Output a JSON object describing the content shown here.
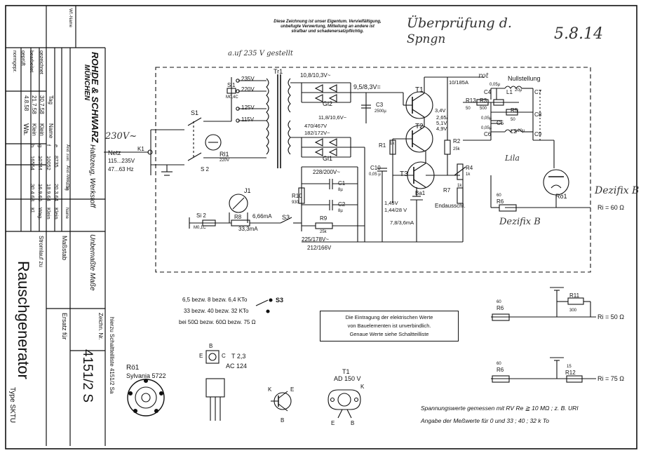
{
  "notice": [
    "Diese Zeichnung ist unser Eigentum. Vervielfältigung,",
    "unbefugte Verwertung, Mitteilung an andere ist",
    "strafbar und schadenersatzpflichtig."
  ],
  "handwriting": {
    "check": "Überprüfung d.",
    "voltages": "Spngn",
    "date": "5.8.14",
    "on_235v": "a.uf 235 V gestellt",
    "rot": "rot",
    "lila": "Lila",
    "dezifix": "Dezifix B",
    "dezifix_r6": "Dezifix B",
    "mains": "230V~"
  },
  "title_block": {
    "company": "ROHDE & SCHWARZ",
    "city": "MÜNCHEN",
    "head_tag": "Tag",
    "head_name": "Name",
    "drawn_label": "gezeichnet",
    "drawn_date": "30.7.58",
    "drawn_name": "Klein",
    "checked_label": "bearbeitet",
    "checked_date": "21.7.58",
    "checked_name": "Klein",
    "tested_label": "geprüft",
    "tested_date": "4.8.58",
    "tested_name": "Wa.",
    "norm_label": "normgepr.",
    "wf_name": "Wf.-Name",
    "cols": [
      "Änd. zust.",
      "Änd.-Mittlg. Nr.",
      "Tag",
      "Name"
    ],
    "changes": [
      [
        "e",
        "8735",
        "20.3.64",
        "Klein"
      ],
      [
        "f",
        "10052",
        "18.9.64",
        "Klein"
      ],
      [
        "g",
        "10744",
        "16.9.65",
        "Wag."
      ],
      [
        "h",
        "16564",
        "30.4.68",
        "Kl."
      ]
    ],
    "halbzeug": "Halbzeug, Werkstoff",
    "unbemasst": "Unbemaßte Maße",
    "massstab": "Maßstab",
    "zeichn_nr": "Zeichn. Nr.",
    "stromlauf": "Stromlauf zu",
    "title": "Rauschgenerator",
    "type": "Type SKTU",
    "ersatz": "Ersatz für",
    "drawing_number": "4151/2 S",
    "parts_list": "hierzu Schaltteilliste 4151/2 Sa"
  },
  "labels": {
    "mains_in": "Netz",
    "mains_range_v": "115...235V",
    "mains_range_hz": "47...63 Hz",
    "k1": "K1",
    "s1": "S1",
    "s2": "S 2",
    "si1": "Si1",
    "si1_spec": "M0,4C",
    "v235": "235V",
    "v220": "220V",
    "v125": "125V",
    "v115": "115V",
    "tr1": "Tr1",
    "rl1": "Rl1",
    "rl1_spec": "220V",
    "tr_v1": "10,8/10,3V~",
    "tr_v2": "9,5/8,3V=",
    "gl2": "Gl2",
    "gl1": "Gl1",
    "c3": "C3",
    "c3_val": "2500µ",
    "v_118": "11,8/10,6V~",
    "v_470": "470/467V",
    "v_182": "182/172V~",
    "v_228": "228/200V~",
    "c1": "C1",
    "c1_val": "8µ",
    "c2": "C2",
    "c2_val": "8µ",
    "r10": "R10",
    "r10_val": "930",
    "r9": "R9",
    "r9_val": "25k",
    "v_225": "225/178V~",
    "v_212": "212/166V",
    "j1": "J1",
    "si2": "Si 2",
    "si2_spec": "M0,1C",
    "r8": "R8",
    "i_666": "6,66mA",
    "i_333": "33,3mA",
    "s3": "S3",
    "t1": "T1",
    "t2": "T2",
    "t3": "T3",
    "r1": "R1",
    "r1_val": "1k",
    "c10": "C10",
    "c10_val": "0,05 µ",
    "ba1": "Ba1",
    "v_145": "1,45V",
    "v_1442": "1,44/28 V",
    "i_78": "7,8/3,6mA",
    "r2": "R2",
    "r2_val": "25k",
    "r4": "R4",
    "r4_val": "1k",
    "r7": "R7",
    "r7_val": "1k",
    "endausschl": "Endausschl.",
    "i_10": "10/185A",
    "v_34": "3,4V",
    "v_265": "2,65/",
    "v_51": "5,1V",
    "v_49": "4,9V",
    "r13": "R13",
    "r13_val": "50",
    "r3": "R3",
    "r3_val": "500",
    "c4": "C4",
    "c4_val": "0,05µ",
    "l1": "L1",
    "l1_val": "20µ",
    "c7": "C7",
    "nullstellung": "Nullstellung",
    "r5": "R5",
    "r5_val": "50",
    "c5": "C5",
    "c5_val": "0,05µ",
    "c8": "C8",
    "c6": "C6",
    "c6_val": "0,05µ",
    "l2": "L2",
    "l2_val": "20µ",
    "c9": "C9",
    "ro1": "Rö1",
    "r6": "R6",
    "r6_val": "60",
    "ri_60": "Ri = 60 Ω",
    "s3_legend_1": "6,5 bezw. 8 bezw. 6,4 KTo",
    "s3_legend_2": "33 bezw. 40 bezw. 32 KTo",
    "s3_legend_3": "bei 50Ω bezw. 60Ω bezw. 75 Ω",
    "note": [
      "Die Eintragung der elektrischen Werte",
      "von Bauelementen ist unverbindlich.",
      "Genaue Werte siehe Schaltteilliste"
    ],
    "r11": "R11",
    "r11_val": "300",
    "ri_50": "Ri = 50 Ω",
    "r12": "R12",
    "r12_val": "15",
    "ri_75": "Ri = 75 Ω",
    "tube_label": "Rö1",
    "tube_type": "Sylvania 5722",
    "t23": "T 2,3",
    "t23_type": "AC 124",
    "pin_e": "E",
    "pin_b": "B",
    "pin_c": "C",
    "pin_k": "K",
    "t1_label": "T1",
    "t1_type": "AD 150 V",
    "measure_1": "Spannungswerte gemessen mit RV Re ≧ 10 MΩ ; z. B. URI",
    "measure_2": "Angabe der Meßwerte für 0 und 33 ; 40 ; 32 k To"
  }
}
